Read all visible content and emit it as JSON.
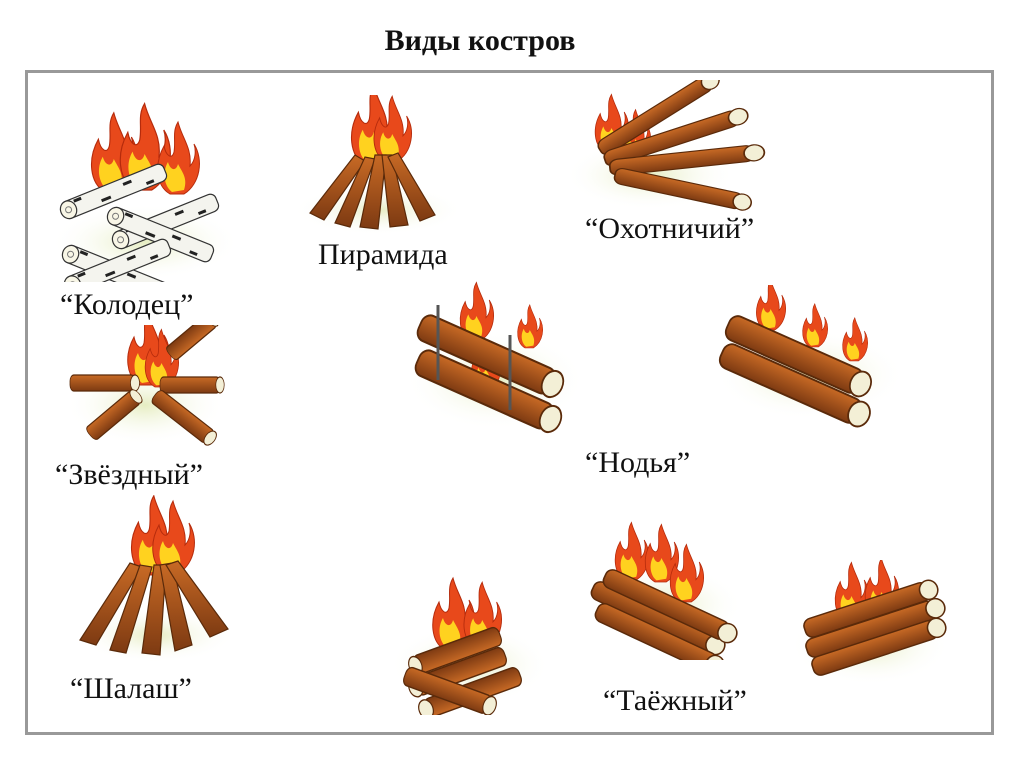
{
  "slide": {
    "title": "Виды костров"
  },
  "fires": [
    {
      "id": "kolodets",
      "label": "“Колодец”",
      "icon": "well-fire-illustration"
    },
    {
      "id": "piramida",
      "label": "Пирамида",
      "icon": "pyramid-fire-illustration"
    },
    {
      "id": "okhotnichiy",
      "label": "“Охотничий”",
      "icon": "hunting-fire-illustration"
    },
    {
      "id": "zvezdnyy",
      "label": "“Звёздный”",
      "icon": "star-fire-illustration"
    },
    {
      "id": "nodya",
      "label": "“Нодья”",
      "icon": "nodya-fire-illustration"
    },
    {
      "id": "shalash",
      "label": "“Шалаш”",
      "icon": "hut-fire-illustration"
    },
    {
      "id": "taezhnyy",
      "label": "“Таёжный”",
      "icon": "taiga-fire-illustration"
    }
  ],
  "colors": {
    "frame": "#999999",
    "wood": "#a0521d",
    "wood_end": "#f3efd6",
    "flame_outer": "#e8491b",
    "flame_inner": "#ffd21f",
    "ground": "#e6edc2"
  }
}
